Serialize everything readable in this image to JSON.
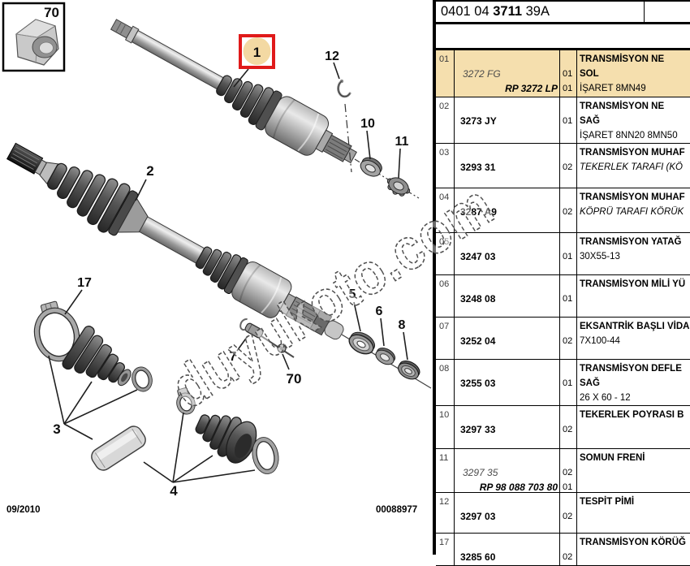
{
  "header": {
    "code_prefix": "0401 04 ",
    "code_bold": "3711",
    "code_suffix": " 39A"
  },
  "footer": {
    "date": "09/2010",
    "doc_number": "00088977"
  },
  "watermark": "duyukoto.com",
  "legend_box": {
    "label": "70"
  },
  "colors": {
    "row_highlight": "#f5dfae",
    "callout_box_red": "#e01a1a",
    "highlight_circle": "#f3d9a3"
  },
  "callouts": {
    "n1": "1",
    "n2": "2",
    "n3": "3",
    "n4": "4",
    "n5": "5",
    "n6": "6",
    "n7": "7",
    "n8": "8",
    "n10": "10",
    "n11": "11",
    "n12": "12",
    "n17": "17",
    "n70": "70",
    "legend70": "70"
  },
  "table": {
    "rows": [
      {
        "item": "01",
        "highlight": true,
        "height": 58,
        "part_lines": [
          {
            "text": "3272 FG",
            "style": "italic"
          },
          {
            "text": "RP 3272 LP",
            "style": "rp"
          }
        ],
        "qty_lines": [
          "01",
          "01"
        ],
        "desc_lines": [
          {
            "text": "TRANSMİSYON NE",
            "style": "bold"
          },
          {
            "text": "SOL",
            "style": "bold"
          },
          {
            "text": "İŞARET 8MN49",
            "style": "plain"
          }
        ]
      },
      {
        "item": "02",
        "highlight": false,
        "height": 57,
        "part_lines": [
          {
            "text": "3273 JY",
            "style": "bold"
          }
        ],
        "qty_lines": [
          "01"
        ],
        "desc_lines": [
          {
            "text": "TRANSMİSYON NE",
            "style": "bold"
          },
          {
            "text": "SAĞ",
            "style": "bold"
          },
          {
            "text": "İŞARET 8NN20 8MN50",
            "style": "plain"
          }
        ]
      },
      {
        "item": "03",
        "highlight": false,
        "height": 55,
        "part_lines": [
          {
            "text": "3293 31",
            "style": "bold"
          }
        ],
        "qty_lines": [
          "02"
        ],
        "desc_lines": [
          {
            "text": "TRANSMİSYON MUHAF",
            "style": "bold"
          },
          {
            "text": "TEKERLEK TARAFI (KÖ",
            "style": "italic"
          }
        ]
      },
      {
        "item": "04",
        "highlight": false,
        "height": 55,
        "part_lines": [
          {
            "text": "3287 A9",
            "style": "bold"
          }
        ],
        "qty_lines": [
          "02"
        ],
        "desc_lines": [
          {
            "text": "TRANSMİSYON MUHAF",
            "style": "bold"
          },
          {
            "text": "KÖPRÜ TARAFI KÖRÜK",
            "style": "italic"
          }
        ]
      },
      {
        "item": "05",
        "highlight": false,
        "height": 52,
        "part_lines": [
          {
            "text": "3247 03",
            "style": "bold"
          }
        ],
        "qty_lines": [
          "01"
        ],
        "desc_lines": [
          {
            "text": "TRANSMİSYON YATAĞ",
            "style": "bold"
          },
          {
            "text": "30X55-13",
            "style": "plain"
          }
        ]
      },
      {
        "item": "06",
        "highlight": false,
        "height": 52,
        "part_lines": [
          {
            "text": "3248 08",
            "style": "bold"
          }
        ],
        "qty_lines": [
          "01"
        ],
        "desc_lines": [
          {
            "text": "TRANSMİSYON MİLİ YÜ",
            "style": "bold"
          }
        ]
      },
      {
        "item": "07",
        "highlight": false,
        "height": 52,
        "part_lines": [
          {
            "text": "3252 04",
            "style": "bold"
          }
        ],
        "qty_lines": [
          "02"
        ],
        "desc_lines": [
          {
            "text": "EKSANTRİK BAŞLI VİDA",
            "style": "bold"
          },
          {
            "text": "7X100-44",
            "style": "plain"
          }
        ]
      },
      {
        "item": "08",
        "highlight": false,
        "height": 57,
        "part_lines": [
          {
            "text": "3255 03",
            "style": "bold"
          }
        ],
        "qty_lines": [
          "01"
        ],
        "desc_lines": [
          {
            "text": "TRANSMİSYON DEFLE",
            "style": "bold"
          },
          {
            "text": "SAĞ",
            "style": "bold"
          },
          {
            "text": "26 X 60 - 12",
            "style": "plain"
          }
        ]
      },
      {
        "item": "10",
        "highlight": false,
        "height": 53,
        "part_lines": [
          {
            "text": "3297 33",
            "style": "bold"
          }
        ],
        "qty_lines": [
          "02"
        ],
        "desc_lines": [
          {
            "text": "TEKERLEK POYRASI B",
            "style": "bold"
          }
        ]
      },
      {
        "item": "11",
        "highlight": false,
        "height": 54,
        "part_lines": [
          {
            "text": "3297 35",
            "style": "italic"
          },
          {
            "text": "RP 98 088 703 80",
            "style": "rp"
          }
        ],
        "qty_lines": [
          "02",
          "01"
        ],
        "desc_lines": [
          {
            "text": "SOMUN FRENİ",
            "style": "bold"
          }
        ]
      },
      {
        "item": "12",
        "highlight": false,
        "height": 50,
        "part_lines": [
          {
            "text": "3297 03",
            "style": "bold"
          }
        ],
        "qty_lines": [
          "02"
        ],
        "desc_lines": [
          {
            "text": "TESPİT PİMİ",
            "style": "bold"
          }
        ]
      },
      {
        "item": "17",
        "highlight": false,
        "height": 40,
        "part_lines": [
          {
            "text": "3285 60",
            "style": "bold"
          }
        ],
        "qty_lines": [
          "02"
        ],
        "desc_lines": [
          {
            "text": "TRANSMİSYON KÖRÜĞ",
            "style": "bold"
          }
        ]
      }
    ]
  }
}
